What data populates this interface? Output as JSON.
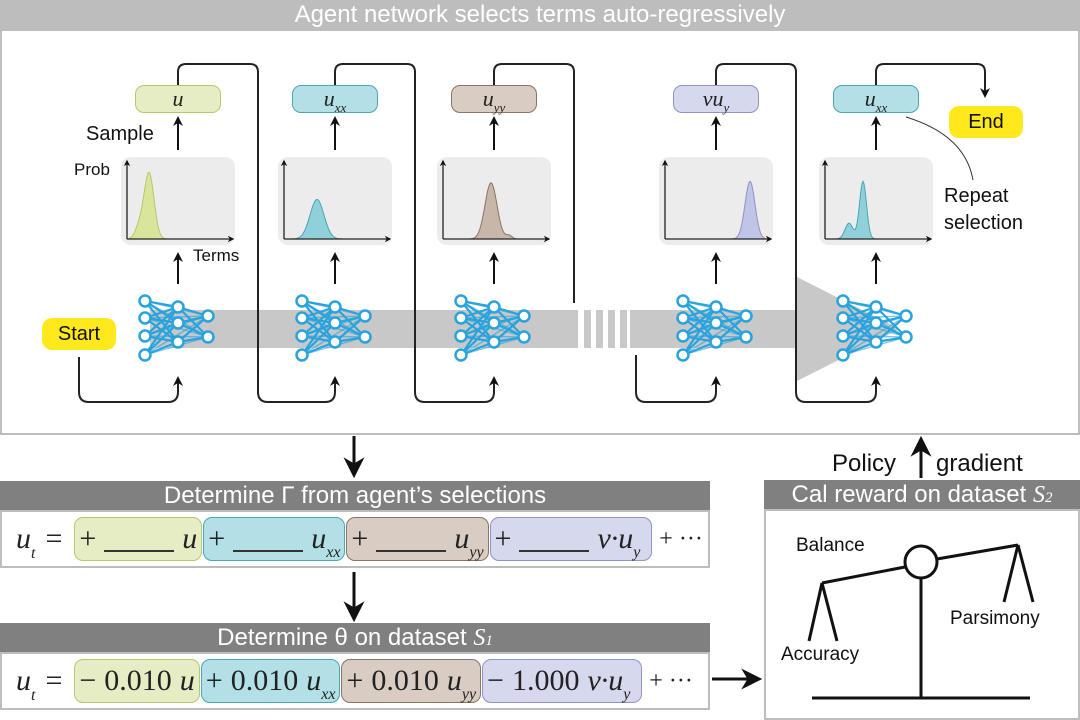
{
  "top_panel": {
    "title": "Agent network selects terms auto-regressively",
    "start_label": "Start",
    "end_label": "End",
    "sample_label": "Sample",
    "prob_label": "Prob",
    "terms_label": "Terms",
    "repeat_label_line1": "Repeat",
    "repeat_label_line2": "selection",
    "steps": [
      {
        "term": "u",
        "sub": "",
        "color": "#e6edc4",
        "border": "#b6c86a",
        "dist_color": "#d9e59a",
        "dist": "peak-left-narrow"
      },
      {
        "term": "u",
        "sub": "xx",
        "color": "#b3e0e6",
        "border": "#4aa6b3",
        "dist_color": "#8fd0da",
        "dist": "peak-center-left"
      },
      {
        "term": "u",
        "sub": "yy",
        "color": "#d8ccc3",
        "border": "#8a7565",
        "dist_color": "#c8b6a8",
        "dist": "peak-center"
      },
      {
        "term": "vu",
        "sub": "y",
        "color": "#d6d8ee",
        "border": "#8f93c8",
        "dist_color": "#c0c4e6",
        "dist": "peak-right"
      },
      {
        "term": "u",
        "sub": "xx",
        "color": "#b3e0e6",
        "border": "#4aa6b3",
        "dist_color": "#8fd0da",
        "dist": "double-peak"
      }
    ]
  },
  "gamma_panel": {
    "title": "Determine Γ from agent’s selections",
    "lhs": "u",
    "lhs_sub": "t",
    "equals": "=",
    "terms": [
      {
        "sign": "+",
        "coef": "",
        "var": "u",
        "sub": ""
      },
      {
        "sign": "+",
        "coef": "",
        "var": "u",
        "sub": "xx"
      },
      {
        "sign": "+",
        "coef": "",
        "var": "u",
        "sub": "yy"
      },
      {
        "sign": "+",
        "coef": "",
        "var": "v·u",
        "sub": "y"
      }
    ],
    "tail": "+ ···"
  },
  "theta_panel": {
    "title_prefix": "Determine θ on dataset ",
    "title_dataset": "S",
    "title_dataset_sub": "1",
    "lhs": "u",
    "lhs_sub": "t",
    "equals": "=",
    "terms": [
      {
        "sign": "−",
        "coef": "0.010",
        "var": "u",
        "sub": ""
      },
      {
        "sign": "+",
        "coef": "0.010",
        "var": "u",
        "sub": "xx"
      },
      {
        "sign": "+",
        "coef": "0.010",
        "var": "u",
        "sub": "yy"
      },
      {
        "sign": "−",
        "coef": "1.000",
        "var": "v·u",
        "sub": "y"
      }
    ],
    "tail": "+ ···"
  },
  "reward_panel": {
    "title_prefix": "Cal reward on dataset ",
    "title_dataset": "S",
    "title_dataset_sub": "2",
    "balance_label": "Balance",
    "accuracy_label": "Accuracy",
    "parsimony_label": "Parsimony",
    "policy_label": "Policy",
    "gradient_label": "gradient"
  },
  "colors": {
    "network_blue": "#29a3dd",
    "highlight_yellow": "#ffe81c",
    "banner_light": "#bdbdbd",
    "banner_dark": "#808080",
    "flow_gray": "#c8c8c8"
  }
}
